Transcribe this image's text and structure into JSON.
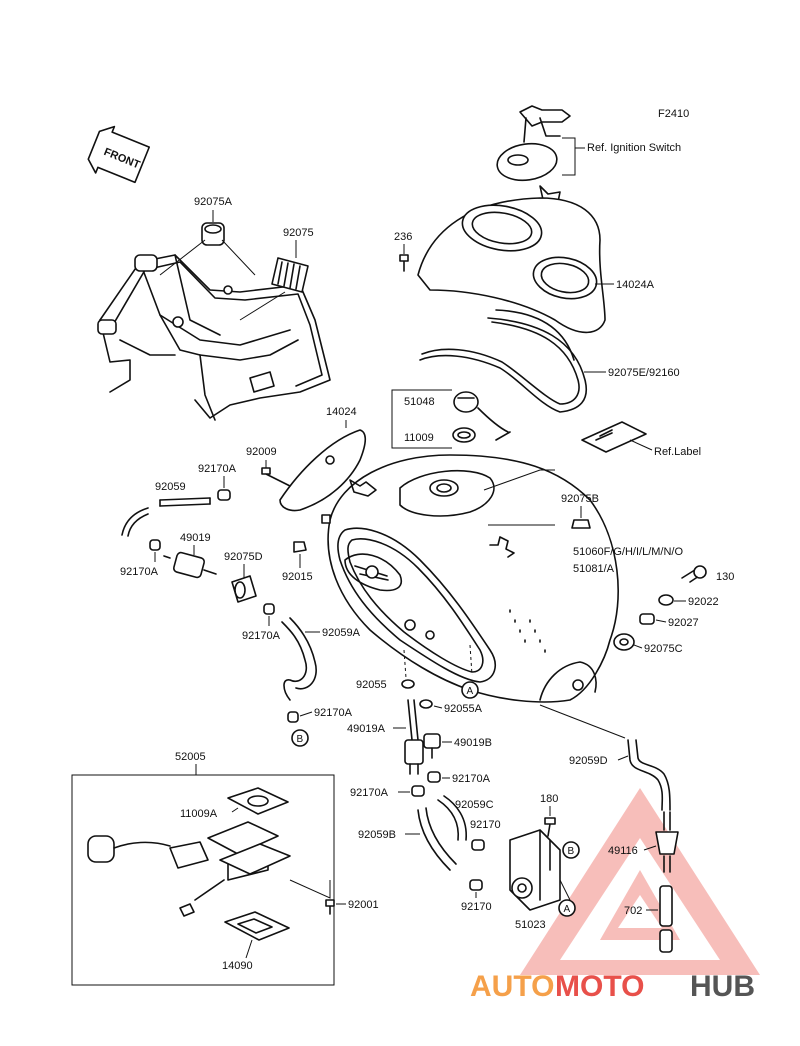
{
  "figure_id": "F2410",
  "front_label": "FRONT",
  "ref_ignition": "Ref. Ignition Switch",
  "ref_label": "Ref.Label",
  "parts": {
    "p92075A": "92075A",
    "p92075": "92075",
    "p236": "236",
    "p14024A": "14024A",
    "p92075E": "92075E/92160",
    "p51048": "51048",
    "p11009": "11009",
    "p14024": "14024",
    "p92009": "92009",
    "p92170A_1": "92170A",
    "p92059": "92059",
    "p92075B": "92075B",
    "p49019": "49019",
    "p92075D": "92075D",
    "p92170A_2": "92170A",
    "p92015": "92015",
    "p51060": "51060F/G/H/I/L/M/N/O",
    "p51081": "51081/A",
    "p130": "130",
    "p92022": "92022",
    "p92027": "92027",
    "p92170A_3": "92170A",
    "p92059A": "92059A",
    "p92075C": "92075C",
    "p92055": "92055",
    "p92055A": "92055A",
    "p92170A_4": "92170A",
    "p49019A": "49019A",
    "p49019B": "49019B",
    "p92059D": "92059D",
    "p52005": "52005",
    "p92170A_5": "92170A",
    "p92170A_6": "92170A",
    "p92059C": "92059C",
    "p180": "180",
    "p11009A": "11009A",
    "p92059B": "92059B",
    "p92170_1": "92170",
    "p49116": "49116",
    "p92001": "92001",
    "p92170_2": "92170",
    "p702": "702",
    "p51023": "51023",
    "p14090": "14090"
  },
  "circle_markers": {
    "a1": "A",
    "b1": "B",
    "b2": "B",
    "a2": "A"
  },
  "watermark": {
    "part1": "AUTO",
    "part2": "MOTO",
    "part3": "HUB",
    "color1": "#f5a04a",
    "color2": "#e8504a",
    "color3": "#555555"
  }
}
